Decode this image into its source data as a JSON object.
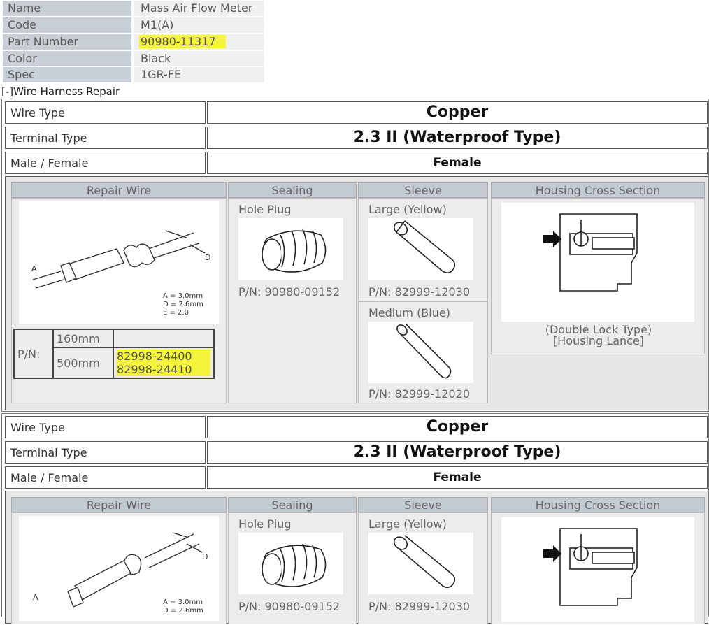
{
  "info": {
    "name_label": "Name",
    "name_value": "Mass Air Flow Meter",
    "code_label": "Code",
    "code_value": "M1(A)",
    "part_label": "Part Number",
    "part_value": "90980-11317",
    "color_label": "Color",
    "color_value": "Black",
    "spec_label": "Spec",
    "spec_value": "1GR-FE"
  },
  "harness": {
    "toggle": "[-]",
    "title": "Wire Harness Repair"
  },
  "sections": [
    {
      "wire_type_label": "Wire Type",
      "wire_type_value": "Copper",
      "terminal_label": "Terminal Type",
      "terminal_value": "2.3 II (Waterproof Type)",
      "mf_label": "Male / Female",
      "mf_value": "Female",
      "headers": [
        "Repair Wire",
        "Sealing",
        "Sleeve",
        "Housing Cross Section"
      ],
      "dims": {
        "a": "A = 3.0mm",
        "d": "D = 2.6mm",
        "e": "E = 2.0",
        "label_a": "A",
        "label_d": "D"
      },
      "pn_label": "P/N:",
      "len1": "160mm",
      "len2": "500mm",
      "pn_500_1": "82998-24400",
      "pn_500_2": "82998-24410",
      "hole_plug": "Hole Plug",
      "hole_plug_pn": "P/N: 90980-09152",
      "sleeve_large": "Large (Yellow)",
      "sleeve_large_pn": "P/N: 82999-12030",
      "sleeve_medium": "Medium (Blue)",
      "sleeve_medium_pn": "P/N: 82999-12020",
      "housing_cap1": "(Double Lock Type)",
      "housing_cap2": "[Housing Lance]"
    },
    {
      "wire_type_label": "Wire Type",
      "wire_type_value": "Copper",
      "terminal_label": "Terminal Type",
      "terminal_value": "2.3 II (Waterproof Type)",
      "mf_label": "Male / Female",
      "mf_value": "Female",
      "headers": [
        "Repair Wire",
        "Sealing",
        "Sleeve",
        "Housing Cross Section"
      ],
      "dims": {
        "a": "A = 3.0mm",
        "d": "D = 2.6mm",
        "label_a": "A",
        "label_d": "D"
      },
      "hole_plug": "Hole Plug",
      "hole_plug_pn": "P/N: 90980-09152",
      "sleeve_large": "Large (Yellow)",
      "sleeve_large_pn": "P/N: 82999-12030"
    }
  ],
  "colors": {
    "highlight": "#f4f43a",
    "header_bg": "#c3cad2",
    "label_bg": "#c9cfd6"
  }
}
